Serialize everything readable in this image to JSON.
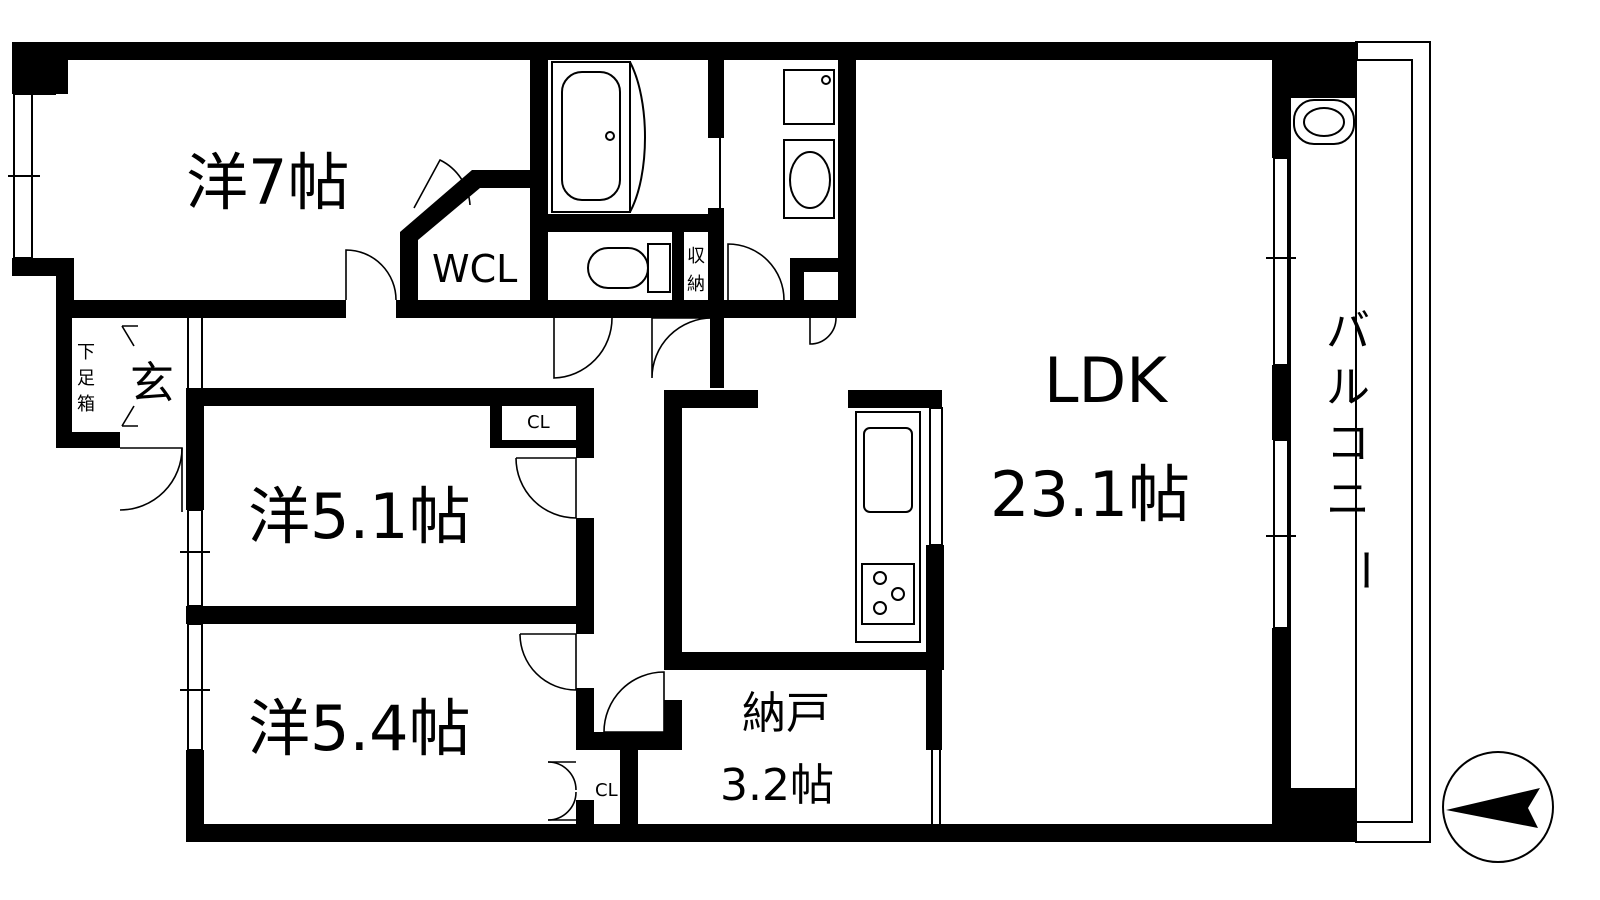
{
  "rooms": {
    "western_7": "洋7帖",
    "wcl": "WCL",
    "storage": [
      "収",
      "納"
    ],
    "ldk_name": "LDK",
    "ldk_size": "23.1帖",
    "balcony": [
      "バ",
      "ル",
      "コ",
      "ニ",
      "ー"
    ],
    "entrance": "玄",
    "shoe_box": [
      "下",
      "足",
      "箱"
    ],
    "western_51": "洋5.1帖",
    "western_54": "洋5.4帖",
    "closet_1": "CL",
    "closet_2": "CL",
    "nando_name": "納戸",
    "nando_size": "3.2帖"
  },
  "colors": {
    "wall": "#000000",
    "background": "#ffffff"
  },
  "icons": [
    "bathtub-icon",
    "toilet-icon",
    "washbasin-icon",
    "sink-icon",
    "stove-icon",
    "north-compass-icon"
  ]
}
